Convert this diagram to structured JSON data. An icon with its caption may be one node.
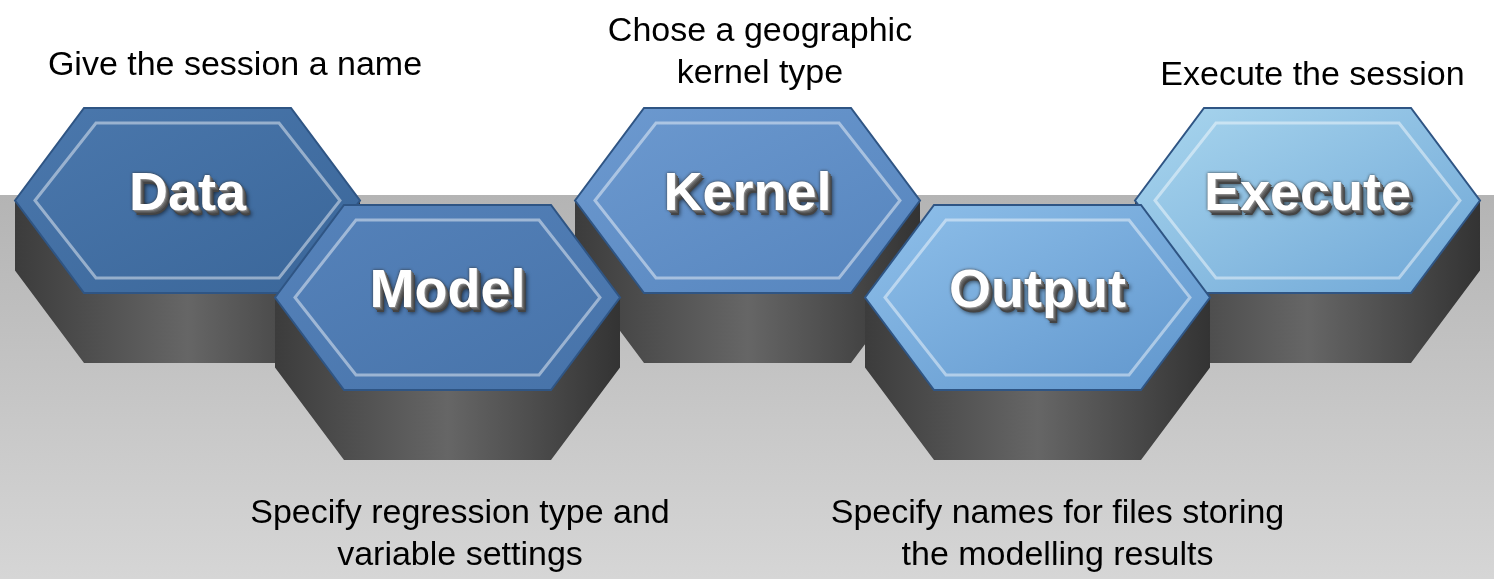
{
  "diagram": {
    "nodes": [
      {
        "text": [
          "Data"
        ],
        "beside": [
          "Give the session a name"
        ]
      },
      {
        "text": [
          "Model"
        ],
        "beside": [
          "Specify regression type and variable settings"
        ]
      },
      {
        "text": [
          "Kernel"
        ],
        "beside": [
          "Chose a geographic kernel type"
        ]
      },
      {
        "text": [
          "Output"
        ],
        "beside": [
          "Specify names for files storing the modelling results"
        ]
      },
      {
        "text": [
          "Execute"
        ],
        "beside": [
          "Execute the session"
        ]
      }
    ]
  }
}
